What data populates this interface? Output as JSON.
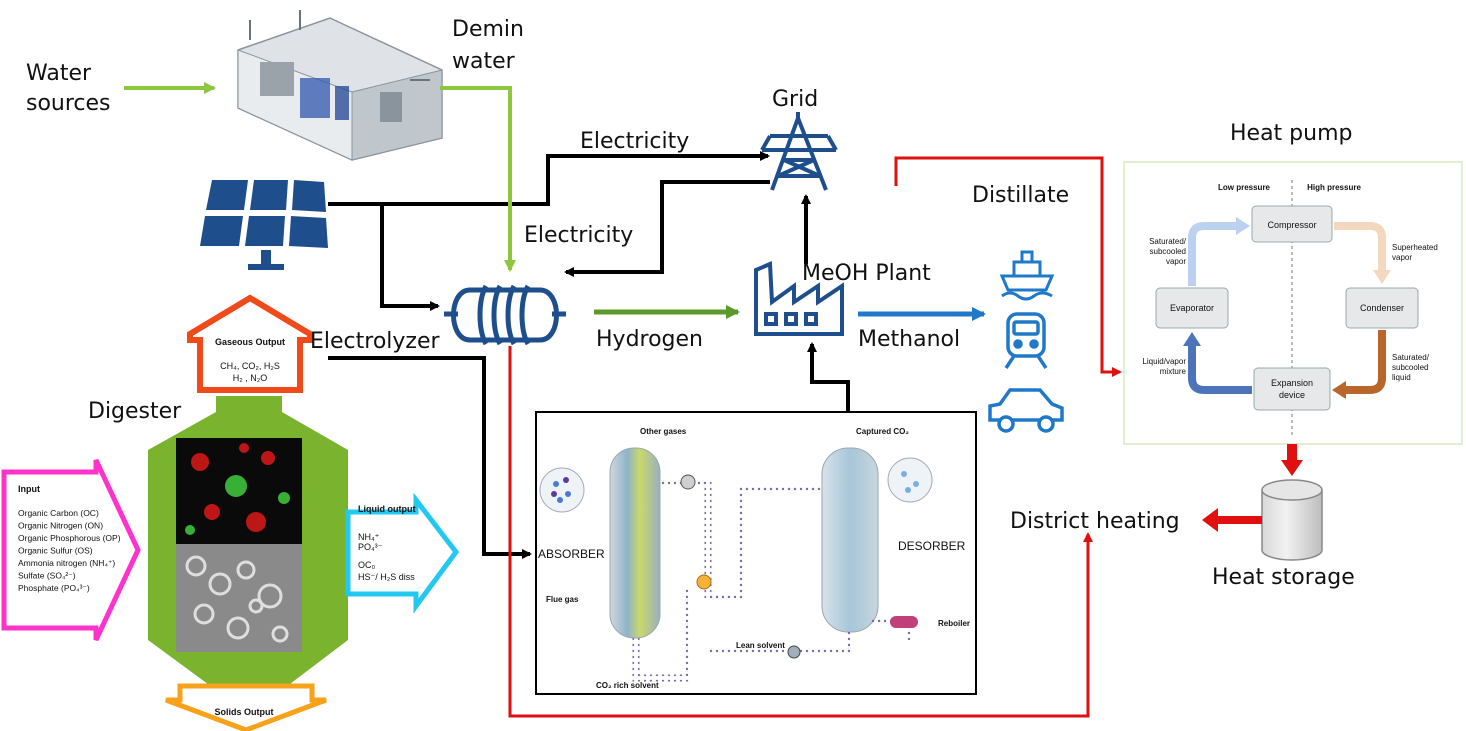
{
  "labels": {
    "water_sources_line1": "Water",
    "water_sources_line2": "sources",
    "demin_line1": "Demin",
    "demin_line2": "water",
    "grid": "Grid",
    "electricity_top": "Electricity",
    "electricity_mid": "Electricity",
    "heat_pump": "Heat pump",
    "distillate": "Distillate",
    "meoh_plant": "MeOH Plant",
    "electrolyzer": "Electrolyzer",
    "hydrogen": "Hydrogen",
    "methanol": "Methanol",
    "digester": "Digester",
    "district_heating": "District heating",
    "heat_storage": "Heat storage"
  },
  "digester": {
    "gaseous_output_title": "Gaseous Output",
    "gaseous_line1": "CH₄, CO₂, H₂S",
    "gaseous_line2": "H₂ , N₂O",
    "input_title": "Input",
    "input_items": [
      "Organic Carbon (OC)",
      "Organic Nitrogen (ON)",
      "Organic Phosphorous (OP)",
      "Organic Sulfur (OS)",
      "Ammonia nitrogen (NH₄⁺)",
      "Sulfate (SO₄²⁻)",
      "Phosphate (PO₄³⁻)"
    ],
    "liquid_output_title": "Liquid output",
    "liquid_line1": "NH₄⁺",
    "liquid_line2": "PO₄³⁻",
    "liquid_line3": "OC₀",
    "liquid_line4": "HS⁻/ H₂S diss",
    "solids_output_title": "Solids Output"
  },
  "capture": {
    "other_gases": "Other gases",
    "captured_co2": "Captured CO₂",
    "absorber": "ABSORBER",
    "desorber": "DESORBER",
    "flue_gas": "Flue gas",
    "lean_solvent": "Lean solvent",
    "co2_rich_solvent": "CO₂ rich solvent",
    "reboiler": "Reboiler"
  },
  "heat_pump_cycle": {
    "low_pressure": "Low pressure",
    "high_pressure": "High pressure",
    "compressor": "Compressor",
    "evaporator": "Evaporator",
    "condenser": "Condenser",
    "expansion_line1": "Expansion",
    "expansion_line2": "device",
    "saturated_vapor_line1": "Saturated/",
    "saturated_vapor_line2": "subcooled",
    "saturated_vapor_line3": "vapor",
    "superheated_line1": "Superheated",
    "superheated_line2": "vapor",
    "liquid_vapor_line1": "Liquid/vapor",
    "liquid_vapor_line2": "mixture",
    "saturated_liquid_line1": "Saturated/",
    "saturated_liquid_line2": "subcooled",
    "saturated_liquid_line3": "liquid"
  },
  "colors": {
    "water_arrow": "#8dc63f",
    "hydrogen_arrow": "#5a9a2a",
    "methanol_arrow": "#1f78c8",
    "icon_blue": "#1f4e8c",
    "heat_red": "#e01010",
    "gaseous_orange": "#f04a1a",
    "input_magenta": "#ff33cc",
    "liquid_cyan": "#22c8f0",
    "solids_orange": "#f7a21a",
    "digester_green": "#7ab32e"
  }
}
